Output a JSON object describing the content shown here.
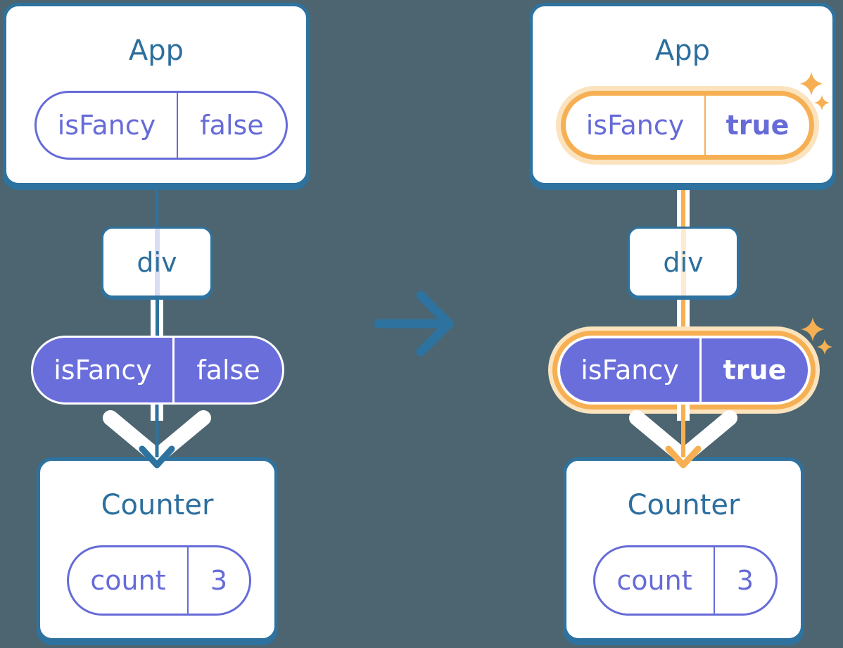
{
  "colors": {
    "background": "#4C6570",
    "blue": "#2E729F",
    "title_text": "#2D6F9E",
    "purple_outline": "#666BD8",
    "purple_fill": "#6A6EDB",
    "orange": "#F6B053",
    "orange_glow": "#FBE3BE",
    "lavender_line": "#D8DDF3",
    "cream_line": "#FCEBD2",
    "white": "#FFFFFF"
  },
  "transition": {
    "icon": "right-arrow"
  },
  "before": {
    "app_title": "App",
    "app_state": {
      "name": "isFancy",
      "value": "false"
    },
    "div_label": "div",
    "prop": {
      "name": "isFancy",
      "value": "false"
    },
    "counter_title": "Counter",
    "counter_state": {
      "name": "count",
      "value": "3"
    }
  },
  "after": {
    "app_title": "App",
    "app_state": {
      "name": "isFancy",
      "value": "true"
    },
    "div_label": "div",
    "prop": {
      "name": "isFancy",
      "value": "true"
    },
    "counter_title": "Counter",
    "counter_state": {
      "name": "count",
      "value": "3"
    }
  }
}
